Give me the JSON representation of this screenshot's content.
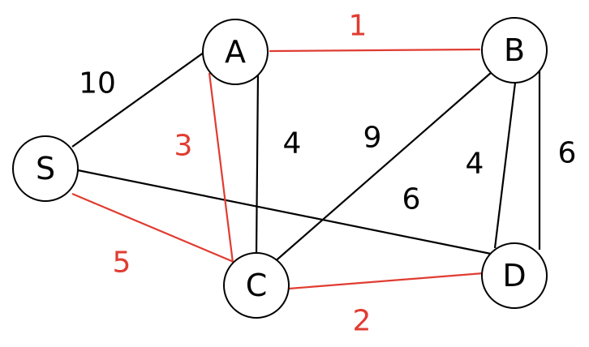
{
  "colors": {
    "highlight": "#e03c31",
    "normal": "#000000"
  },
  "nodes": [
    {
      "id": "S",
      "label": "S"
    },
    {
      "id": "A",
      "label": "A"
    },
    {
      "id": "B",
      "label": "B"
    },
    {
      "id": "C",
      "label": "C"
    },
    {
      "id": "D",
      "label": "D"
    }
  ],
  "edges": [
    {
      "from": "S",
      "to": "A",
      "weight": "10",
      "highlighted": false
    },
    {
      "from": "S",
      "to": "C",
      "weight": "5",
      "highlighted": true
    },
    {
      "from": "S",
      "to": "D",
      "weight": "6",
      "highlighted": false
    },
    {
      "from": "A",
      "to": "B",
      "weight": "1",
      "highlighted": true
    },
    {
      "from": "A",
      "to": "C",
      "weight": "3",
      "highlighted": true
    },
    {
      "from": "A",
      "to": "C",
      "weight": "4",
      "highlighted": false
    },
    {
      "from": "B",
      "to": "C",
      "weight": "9",
      "highlighted": false
    },
    {
      "from": "B",
      "to": "D",
      "weight": "4",
      "highlighted": false
    },
    {
      "from": "B",
      "to": "D",
      "weight": "6",
      "highlighted": false
    },
    {
      "from": "C",
      "to": "D",
      "weight": "2",
      "highlighted": true
    }
  ]
}
